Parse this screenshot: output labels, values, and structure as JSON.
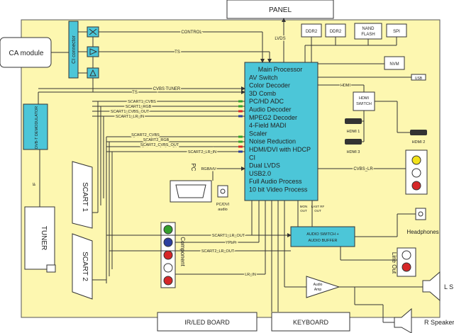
{
  "boxes": {
    "panel": "PANEL",
    "ca_module": "CA module",
    "ci_connector": "CI connector",
    "ddr2_a": "DDR2",
    "ddr2_b": "DDR2",
    "nand_line1": "NAND",
    "nand_line2": "FLASH",
    "spi": "SPI",
    "nvm": "NVM",
    "usb": "USB",
    "hdmi_switch_line1": "HDMI",
    "hdmi_switch_line2": "SWITCH",
    "hdmi1": "HDMI 1",
    "hdmi3": "HDMI 3",
    "hdmi2": "HDMI 2",
    "dvbt": "DVB-T DEMODULATOR",
    "tuner": "TUNER",
    "scart1": "SCART 1",
    "scart2": "SCART 2",
    "component": "Component",
    "pc": "PC",
    "pc_dvi_line1": "PC/DVI",
    "pc_dvi_line2": "audio",
    "headphones": "Headphones",
    "line_out": "Line Out",
    "audio_switch_line1": "AUDIO SWITCH +",
    "audio_switch_line2": "AUDIO BUFFER",
    "audio_amp_line1": "Audio",
    "audio_amp_line2": "Amp",
    "ls": "L S",
    "r_speaker": "R Speaker",
    "ir_led": "IR/LED BOARD",
    "keyboard": "KEYBOARD"
  },
  "main_processor": [
    "Main Processor",
    "AV Switch",
    "Color Decoder",
    "3D Comb",
    "PC/HD ADC",
    "Audio Decoder",
    "MPEG2 Decoder",
    "4-Field MADI",
    "Scaler",
    "Noise Reduction",
    "HDMI/DVI with HDCP",
    "CI",
    "Dual LVDS",
    "USB2.0",
    "Full Audio Process",
    "10 bit Video Process"
  ],
  "signals": {
    "control": "CONTROL",
    "ts_top": "TS",
    "lvds": "LVDS",
    "cvbs_tuner": "CVBS TUNER",
    "ts_mid": "TS",
    "hdmi": "HDMI",
    "scart1_cvbs": "SCART1_CVBS",
    "scart1_rgb": "SCART1_RGB",
    "scart1_cvbs_out": "SCART1_CVBS_OUT",
    "scart1_lr_in": "SCART1_LR_IN",
    "scart2_cvbs": "SCART2_CVBS",
    "scart2_rgb": "SCART2_RGB",
    "scart2_cvbs_out": "SCART2_CVBS_OUT",
    "scart2_lr_in": "SCART2_LR_IN",
    "rgb_hv": "RGB/HV",
    "cvbs_lr": "CVBS_LR",
    "if": "IF",
    "mon_out_line1": "MON",
    "mon_out_line2": "OUT",
    "last_rf_line1": "LAST RF",
    "last_rf_line2": "OUT",
    "scart1_lr_out": "SCART1_LR_OUT",
    "ypbpr": "YPbPr",
    "scart2_lr_out": "SCART2_LR_OUT",
    "lr_in": "LR_IN"
  },
  "colors": {
    "board": "#fdf7b0",
    "processor": "#4cc6d8",
    "line": "#333333",
    "dot_green": "#33a02c",
    "dot_red": "#d62728",
    "dot_blue": "#2c3e9e",
    "dot_yellow": "#f2e21a"
  }
}
